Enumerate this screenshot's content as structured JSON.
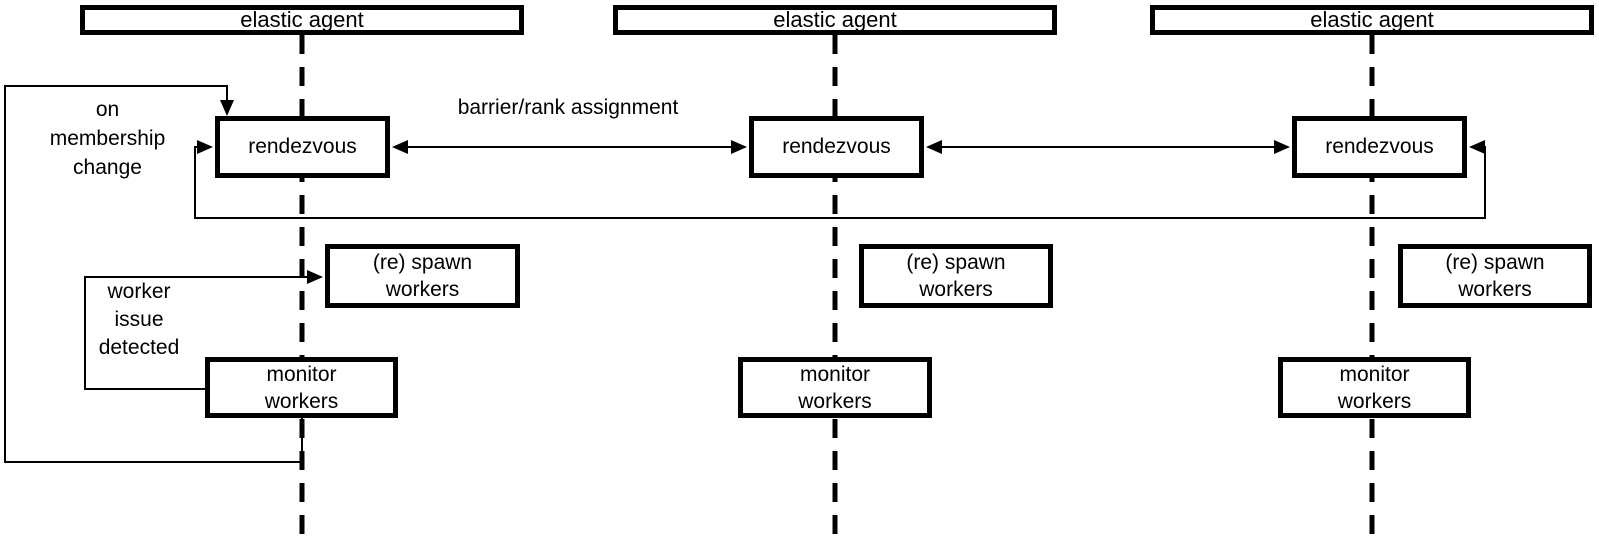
{
  "diagram": {
    "agents": [
      {
        "title": "elastic agent",
        "rendezvous_label": "rendezvous",
        "spawn_lines": [
          "(re) spawn",
          "workers"
        ],
        "monitor_lines": [
          "monitor",
          "workers"
        ]
      },
      {
        "title": "elastic agent",
        "rendezvous_label": "rendezvous",
        "spawn_lines": [
          "(re) spawn",
          "workers"
        ],
        "monitor_lines": [
          "monitor",
          "workers"
        ]
      },
      {
        "title": "elastic agent",
        "rendezvous_label": "rendezvous",
        "spawn_lines": [
          "(re) spawn",
          "workers"
        ],
        "monitor_lines": [
          "monitor",
          "workers"
        ]
      }
    ],
    "annotations": {
      "membership_lines": [
        "on",
        "membership",
        "change"
      ],
      "worker_issue_lines": [
        "worker",
        "issue",
        "detected"
      ],
      "barrier_label": "barrier/rank assignment"
    },
    "colors": {
      "line": "#000000",
      "background": "#ffffff"
    }
  }
}
